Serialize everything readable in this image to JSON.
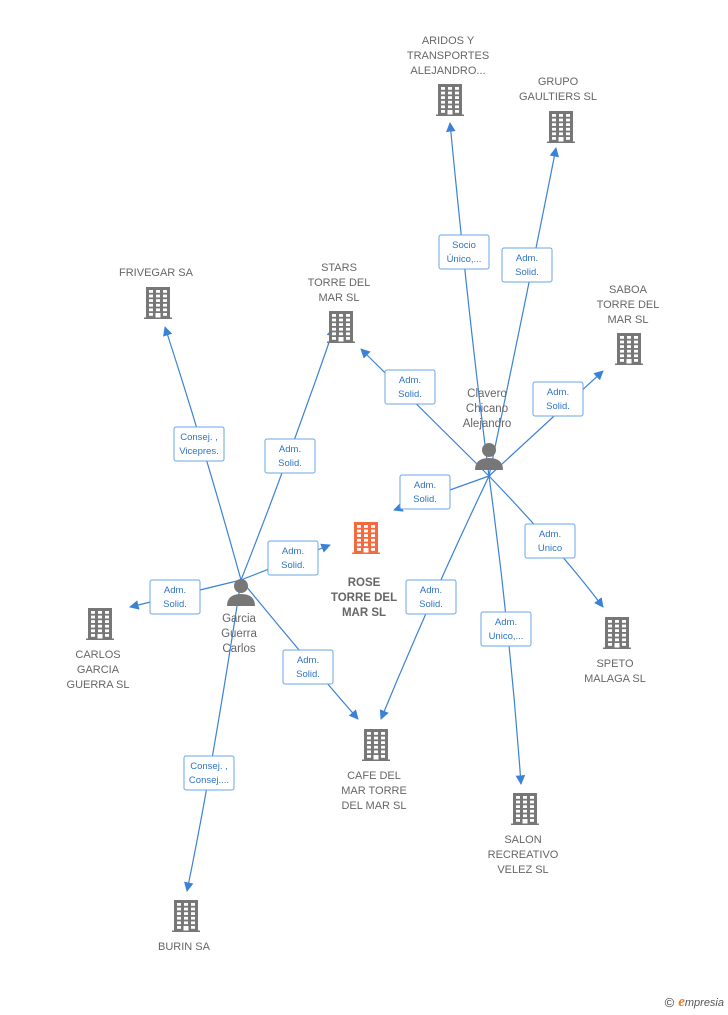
{
  "colors": {
    "building": "#777777",
    "main_building": "#f26a3d",
    "person": "#777777",
    "edge": "#3b82d6"
  },
  "companies": [
    {
      "id": "aridos",
      "icon": "building-icon",
      "lines": [
        "ARIDOS Y",
        "TRANSPORTES",
        "ALEJANDRO..."
      ]
    },
    {
      "id": "gaultiers",
      "icon": "building-icon",
      "lines": [
        "GRUPO",
        "GAULTIERS SL"
      ]
    },
    {
      "id": "frivegar",
      "icon": "building-icon",
      "lines": [
        "FRIVEGAR SA"
      ]
    },
    {
      "id": "stars",
      "icon": "building-icon",
      "lines": [
        "STARS",
        "TORRE DEL",
        "MAR  SL"
      ]
    },
    {
      "id": "saboa",
      "icon": "building-icon",
      "lines": [
        "SABOA",
        "TORRE DEL",
        "MAR SL"
      ]
    },
    {
      "id": "rose",
      "icon": "building-icon",
      "main": true,
      "lines": [
        "ROSE",
        "TORRE DEL",
        "MAR  SL"
      ]
    },
    {
      "id": "carlos-garcia",
      "icon": "building-icon",
      "lines": [
        "CARLOS",
        "GARCIA",
        "GUERRA SL"
      ]
    },
    {
      "id": "speto",
      "icon": "building-icon",
      "lines": [
        "SPETO",
        "MALAGA  SL"
      ]
    },
    {
      "id": "cafe",
      "icon": "building-icon",
      "lines": [
        "CAFE DEL",
        "MAR TORRE",
        "DEL MAR  SL"
      ]
    },
    {
      "id": "salon",
      "icon": "building-icon",
      "lines": [
        "SALON",
        "RECREATIVO",
        "VELEZ SL"
      ]
    },
    {
      "id": "burin",
      "icon": "building-icon",
      "lines": [
        "BURIN SA"
      ]
    }
  ],
  "persons": [
    {
      "id": "clavero",
      "icon": "person-icon",
      "lines": [
        "Clavero",
        "Chicano",
        "Alejandro"
      ]
    },
    {
      "id": "garcia",
      "icon": "person-icon",
      "lines": [
        "Garcia",
        "Guerra",
        "Carlos"
      ]
    }
  ],
  "edges": [
    {
      "from": "clavero",
      "to": "aridos",
      "lines": [
        "Socio",
        "Único,..."
      ]
    },
    {
      "from": "clavero",
      "to": "gaultiers",
      "lines": [
        "Adm.",
        "Solid."
      ]
    },
    {
      "from": "clavero",
      "to": "stars",
      "lines": [
        "Adm.",
        "Solid."
      ]
    },
    {
      "from": "clavero",
      "to": "saboa",
      "lines": [
        "Adm.",
        "Solid."
      ]
    },
    {
      "from": "clavero",
      "to": "rose",
      "lines": [
        "Adm.",
        "Solid."
      ]
    },
    {
      "from": "clavero",
      "to": "speto",
      "lines": [
        "Adm.",
        "Unico"
      ]
    },
    {
      "from": "clavero",
      "to": "cafe",
      "lines": [
        "Adm.",
        "Solid."
      ]
    },
    {
      "from": "clavero",
      "to": "salon",
      "lines": [
        "Adm.",
        "Unico,..."
      ]
    },
    {
      "from": "garcia",
      "to": "frivegar",
      "lines": [
        "Consej. ,",
        "Vicepres."
      ]
    },
    {
      "from": "garcia",
      "to": "stars",
      "lines": [
        "Adm.",
        "Solid."
      ]
    },
    {
      "from": "garcia",
      "to": "rose",
      "lines": [
        "Adm.",
        "Solid."
      ]
    },
    {
      "from": "garcia",
      "to": "carlos-garcia",
      "lines": [
        "Adm.",
        "Solid."
      ]
    },
    {
      "from": "garcia",
      "to": "cafe",
      "lines": [
        "Adm.",
        "Solid."
      ]
    },
    {
      "from": "garcia",
      "to": "burin",
      "lines": [
        "Consej. ,",
        "Consej...."
      ]
    }
  ],
  "brand": {
    "copyright": "©",
    "initial": "e",
    "name": "mpresia"
  }
}
